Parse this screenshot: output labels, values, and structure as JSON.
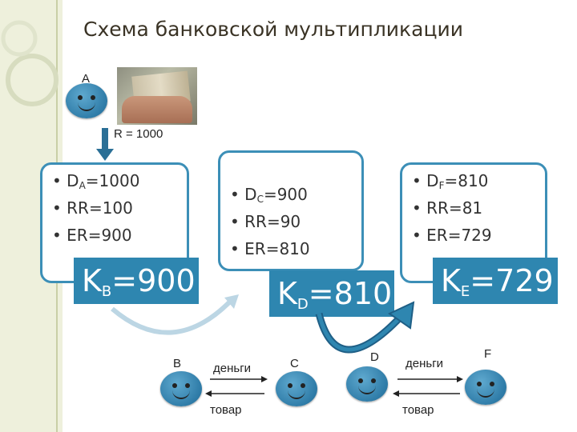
{
  "title": "Схема банковской мультипликации",
  "person_a": {
    "label": "A"
  },
  "reserve": {
    "label": "R = 1000"
  },
  "boxes": [
    {
      "rows": [
        {
          "main": "D",
          "sub": "A",
          "tail": "=1000"
        },
        {
          "main": "RR=100"
        },
        {
          "main": "ER=900"
        }
      ],
      "k": {
        "main": "K",
        "sub": "B",
        "tail": "=900"
      }
    },
    {
      "rows": [
        {
          "main": "D",
          "sub": "C",
          "tail": "=900"
        },
        {
          "main": "RR=90"
        },
        {
          "main": "ER=810"
        }
      ],
      "k": {
        "main": "K",
        "sub": "D",
        "tail": "=810"
      }
    },
    {
      "rows": [
        {
          "main": "D",
          "sub": "F",
          "tail": "=810"
        },
        {
          "main": "RR=81"
        },
        {
          "main": "ER=729"
        }
      ],
      "k": {
        "main": "K",
        "sub": "E",
        "tail": "=729"
      }
    }
  ],
  "people": [
    {
      "label": "B"
    },
    {
      "label": "C"
    },
    {
      "label": "D"
    },
    {
      "label": "F"
    }
  ],
  "exchange": [
    {
      "money": "деньги",
      "goods": "товар"
    },
    {
      "money": "деньги",
      "goods": "товар"
    }
  ],
  "colors": {
    "accent": "#2e86b0",
    "face": "#3a8bbd",
    "arrow": "#2a6f96"
  }
}
